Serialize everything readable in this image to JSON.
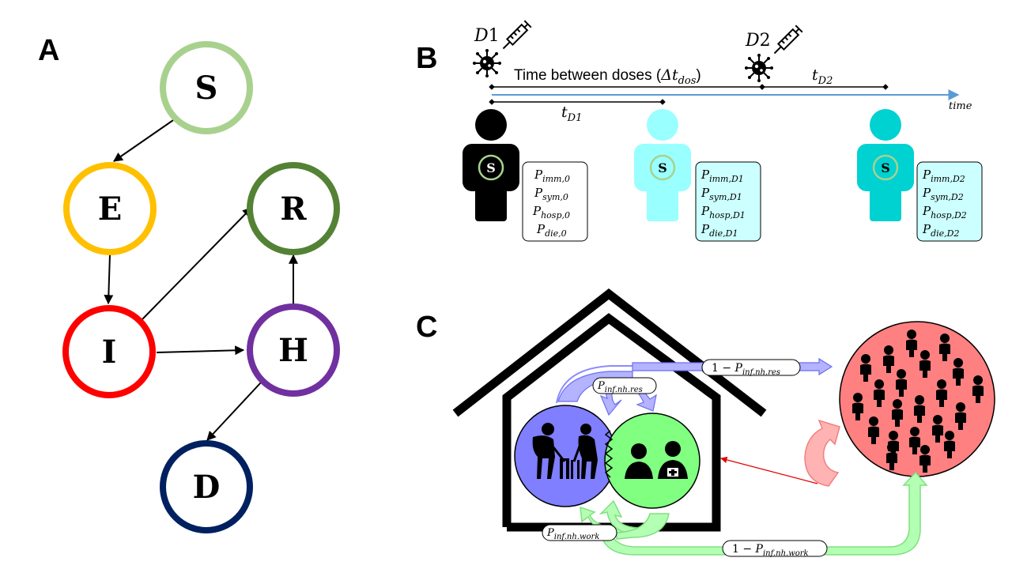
{
  "panels": {
    "a": "A",
    "b": "B",
    "c": "C"
  },
  "panel_a": {
    "nodes": [
      {
        "id": "S",
        "label": "S",
        "color": "#a9d18e"
      },
      {
        "id": "E",
        "label": "E",
        "color": "#ffc000"
      },
      {
        "id": "R",
        "label": "R",
        "color": "#548235"
      },
      {
        "id": "I",
        "label": "I",
        "color": "#ff0000"
      },
      {
        "id": "H",
        "label": "H",
        "color": "#7030a0"
      },
      {
        "id": "D",
        "label": "D",
        "color": "#002060"
      }
    ],
    "edges": [
      [
        "S",
        "E"
      ],
      [
        "E",
        "I"
      ],
      [
        "I",
        "R"
      ],
      [
        "I",
        "H"
      ],
      [
        "H",
        "R"
      ],
      [
        "H",
        "D"
      ]
    ]
  },
  "panel_b": {
    "dose1": {
      "label": "D",
      "sub": "1"
    },
    "dose2": {
      "label": "D",
      "sub": "2"
    },
    "between_doses": {
      "text": "Time between doses (",
      "delta": "Δ",
      "var": "t",
      "sub": "dos",
      "close": ")"
    },
    "t_d1": {
      "var": "t",
      "sub": "D1"
    },
    "t_d2": {
      "var": "t",
      "sub": "D2"
    },
    "time_axis": "time",
    "person_marker": "S",
    "colors": {
      "unvaccinated": "#000000",
      "dose1": "#99ffff",
      "dose2": "#00d1d1",
      "axis": "#5b9bd5"
    },
    "boxes": [
      {
        "fill": "#ffffff",
        "rows": [
          {
            "p": "P",
            "sub": "imm,0"
          },
          {
            "p": "P",
            "sub": "sym,0"
          },
          {
            "p": "P",
            "sub": "hosp,0"
          },
          {
            "p": "P",
            "sub": "die,0"
          }
        ]
      },
      {
        "fill": "#ccffff",
        "rows": [
          {
            "p": "P",
            "sub": "imm,D1"
          },
          {
            "p": "P",
            "sub": "sym,D1"
          },
          {
            "p": "P",
            "sub": "hosp,D1"
          },
          {
            "p": "P",
            "sub": "die,D1"
          }
        ]
      },
      {
        "fill": "#ccffff",
        "rows": [
          {
            "p": "P",
            "sub": "imm,D2"
          },
          {
            "p": "P",
            "sub": "sym,D2"
          },
          {
            "p": "P",
            "sub": "hosp,D2"
          },
          {
            "p": "P",
            "sub": "die,D2"
          }
        ]
      }
    ]
  },
  "panel_c": {
    "label_res_out": {
      "pre": "1 − ",
      "p": "P",
      "sub": "inf.nh.res"
    },
    "label_res": {
      "p": "P",
      "sub": "inf.nh.res"
    },
    "label_work": {
      "p": "P",
      "sub": "inf.nh.work"
    },
    "label_work_out": {
      "pre": "1 − ",
      "p": "P",
      "sub": "inf.nh.work"
    },
    "colors": {
      "residents": "#7f7fff",
      "workers": "#80ff80",
      "community": "#ff8080"
    }
  }
}
